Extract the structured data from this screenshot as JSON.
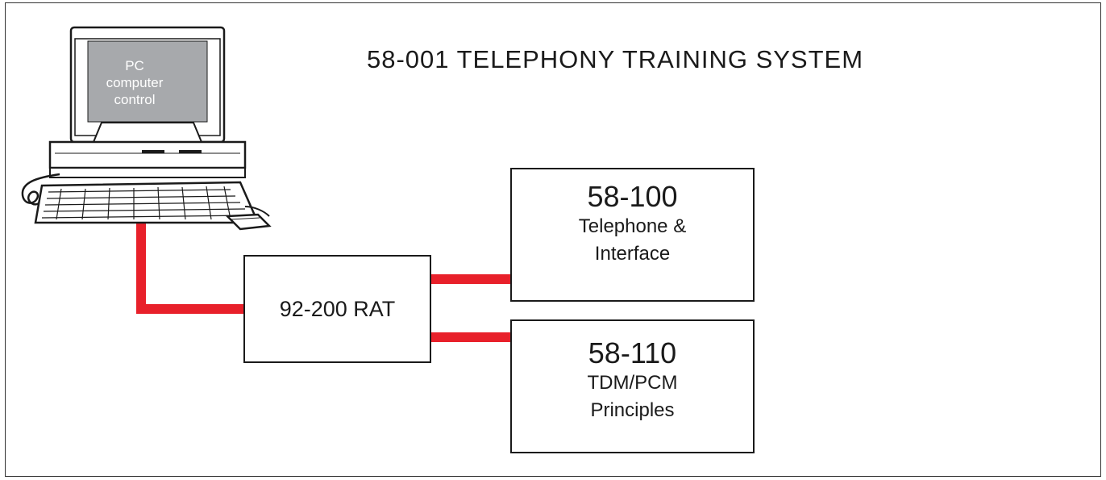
{
  "title": "58-001 TELEPHONY TRAINING SYSTEM",
  "computer": {
    "screen_lines": [
      "PC",
      "computer",
      "control"
    ]
  },
  "rat": {
    "label": "92-200 RAT"
  },
  "module_100": {
    "number": "58-100",
    "name_line1": "Telephone &",
    "name_line2": "Interface"
  },
  "module_110": {
    "number": "58-110",
    "name_line1": "TDM/PCM",
    "name_line2": "Principles"
  },
  "colors": {
    "wire": "#e8202a",
    "screen": "#a7a9ac",
    "outline": "#1a1a1a"
  }
}
